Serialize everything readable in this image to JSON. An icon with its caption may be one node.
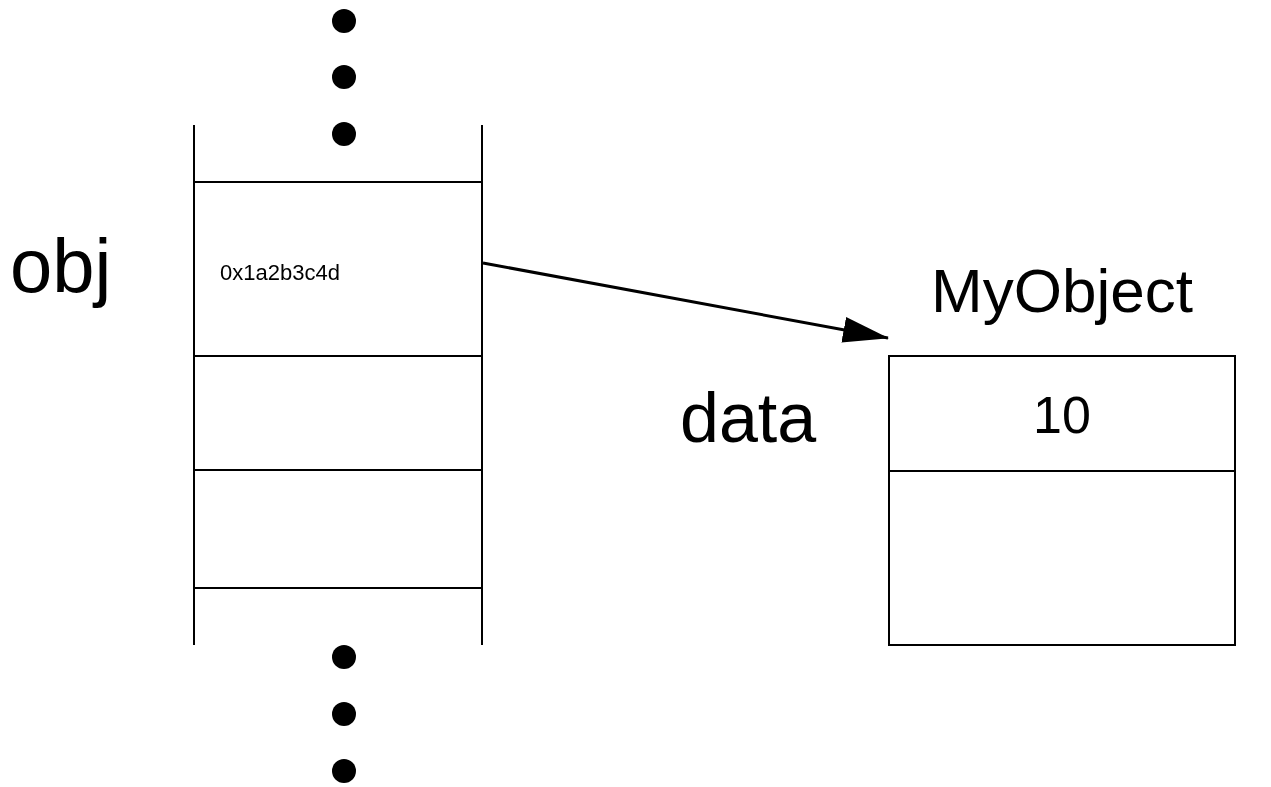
{
  "diagram": {
    "nodes": [
      {
        "text": [],
        "shape": "box"
      },
      {
        "text": [
          "0x1a2b3c4d"
        ],
        "beside": [
          "obj"
        ]
      },
      {
        "text": [],
        "shape": "box"
      },
      {
        "text": [],
        "shape": "box"
      },
      {
        "text": [],
        "shape": "box"
      },
      {
        "text": [
          "MyObject"
        ]
      },
      {
        "text": [
          "10"
        ],
        "beside": [
          "data"
        ],
        "in": 5
      },
      {
        "text": [],
        "shape": "box",
        "in": 5
      }
    ],
    "edges": [
      {
        "from": 1,
        "to": 5,
        "arrow": "to"
      }
    ]
  }
}
